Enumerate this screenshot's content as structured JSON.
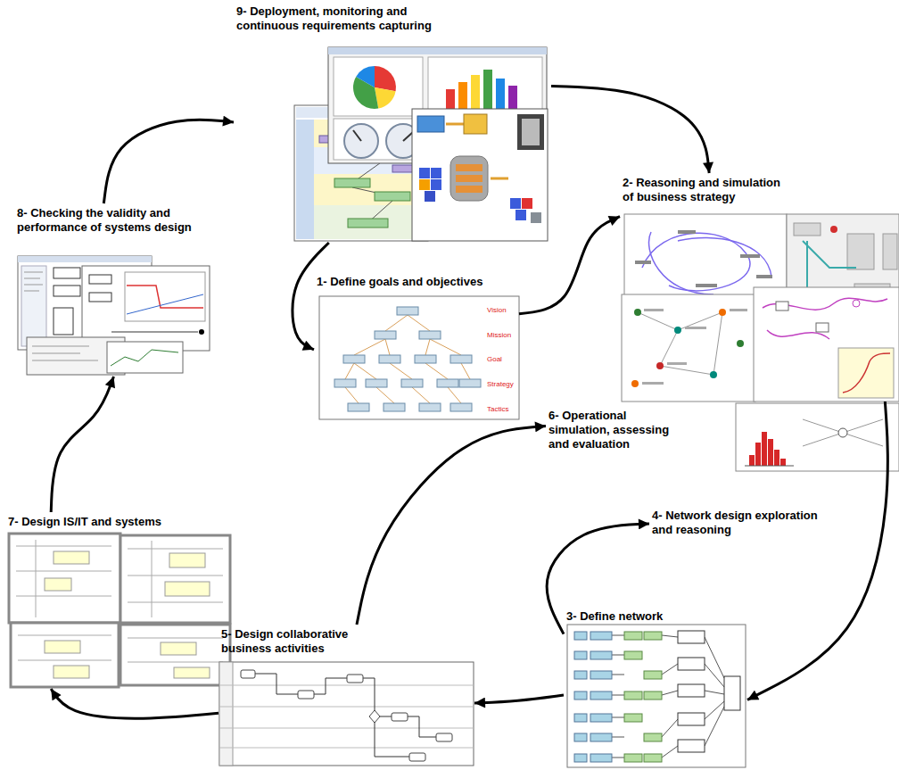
{
  "diagram": {
    "nodes": [
      {
        "text": [
          "1- Define goals and objectives"
        ]
      },
      {
        "text": [
          "2- Reasoning and simulation of business strategy"
        ]
      },
      {
        "text": [
          "3- Define network"
        ]
      },
      {
        "text": [
          "4- Network design exploration and reasoning"
        ]
      },
      {
        "text": [
          "5- Design collaborative business activities"
        ]
      },
      {
        "text": [
          "6- Operational simulation, assessing and evaluation"
        ]
      },
      {
        "text": [
          "7- Design IS/IT and systems"
        ]
      },
      {
        "text": [
          "8- Checking the validity and performance of systems design"
        ]
      },
      {
        "text": [
          "9- Deployment, monitoring and continuous requirements capturing"
        ]
      }
    ],
    "edges": [
      {
        "from": 0,
        "to": 1,
        "arrow": "to"
      },
      {
        "from": 1,
        "to": 2,
        "arrow": "to"
      },
      {
        "from": 2,
        "to": 3,
        "arrow": "to"
      },
      {
        "from": 2,
        "to": 4,
        "arrow": "to"
      },
      {
        "from": 4,
        "to": 5,
        "arrow": "to"
      },
      {
        "from": 4,
        "to": 6,
        "arrow": "to"
      },
      {
        "from": 6,
        "to": 7,
        "arrow": "to"
      },
      {
        "from": 7,
        "to": 8,
        "arrow": "to"
      },
      {
        "from": 8,
        "to": 0,
        "arrow": "to"
      },
      {
        "from": 8,
        "to": 1,
        "arrow": "to"
      }
    ],
    "labels": [
      "Vision",
      "Mission",
      "Goal",
      "Strategy",
      "Tactics"
    ]
  }
}
